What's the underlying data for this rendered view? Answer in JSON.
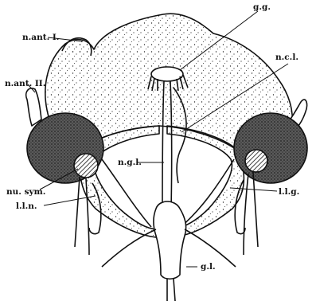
{
  "labels": {
    "g_g": "g.g.",
    "n_ant_1": "n.ant. I.",
    "n_c_l": "n.c.l.",
    "n_ant_2": "n.ant. II.",
    "n_g_l": "n.g.l.",
    "nu_sym": "nu. sym.",
    "l_l_n": "l.l.n.",
    "l_l_g": "l.l.g.",
    "g_l": "g.l."
  },
  "colors": {
    "ink": "#111111",
    "stipple": "#2a2a2a",
    "background": "#ffffff"
  }
}
